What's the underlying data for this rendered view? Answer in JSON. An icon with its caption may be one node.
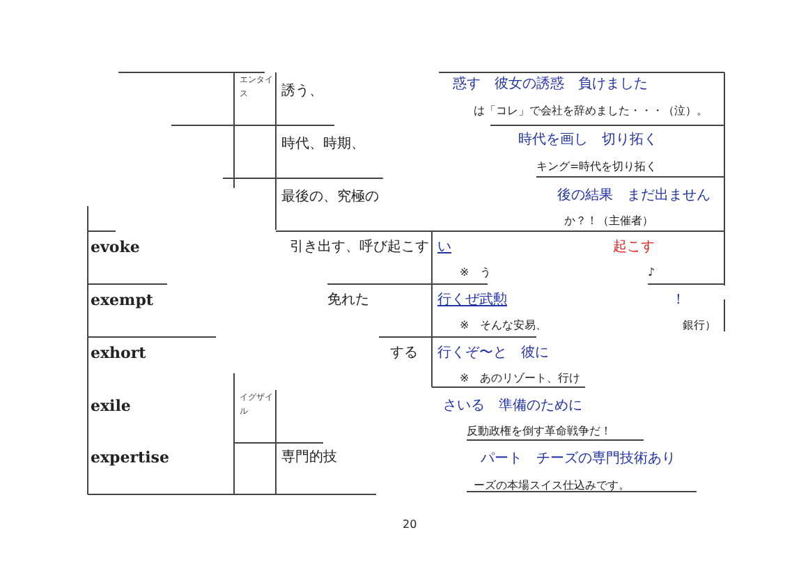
{
  "diagram": {
    "labels": [
      "エンタイス",
      "誘う、",
      "惑す　彼女の誘惑　負けました",
      "は「コレ」で会社を辞めました・・・（泣）。",
      "時代、時期、",
      "時代を画し　切り拓く",
      "キング=時代を切り拓く",
      "最後の、究極の",
      "後の結果　まだ出ません",
      "か？！（主催者）",
      "evoke",
      "引き出す、呼び起こす",
      "い",
      "起こす",
      "※　う",
      "♪",
      "exempt",
      "免れた",
      "行くぜ武勲",
      "！",
      "※　そんな安易、",
      "銀行）",
      "exhort",
      "する",
      "行くぞ〜と　彼に",
      "※　あのリゾート、行け",
      "exile",
      "イグザイル",
      "さいる　準備のために",
      "反動政権を倒す革命戦争だ！",
      "expertise",
      "専門的技",
      "パート　チーズの専門技術あり",
      "ーズの本場スイス仕込みです。",
      "20"
    ]
  }
}
